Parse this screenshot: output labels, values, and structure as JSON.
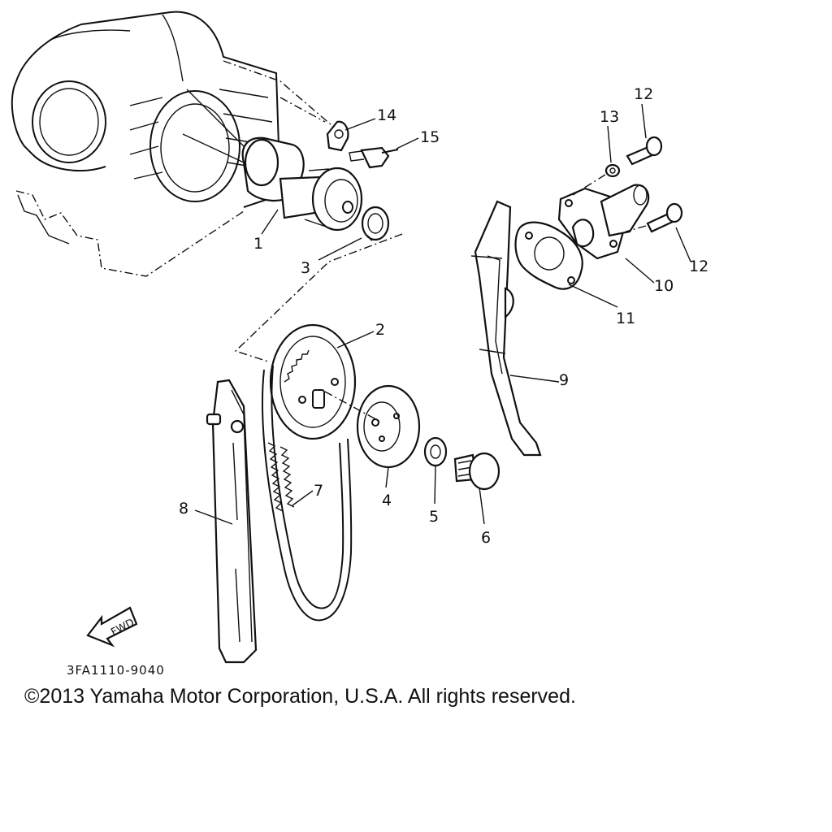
{
  "diagram": {
    "callouts": [
      "1",
      "2",
      "3",
      "4",
      "5",
      "6",
      "7",
      "8",
      "9",
      "10",
      "11",
      "12",
      "12",
      "13",
      "14",
      "15"
    ],
    "fwd_label": "FWD",
    "part_code": "3FA1110-9040"
  },
  "footer": {
    "copyright": "©2013 Yamaha Motor Corporation, U.S.A. All rights reserved."
  }
}
